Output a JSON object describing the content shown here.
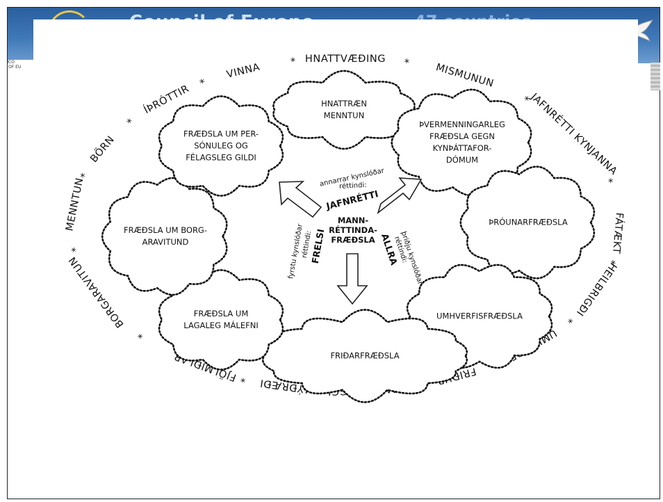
{
  "banner": {
    "title": "Council of Europe",
    "subtitle": "47 countries",
    "logo_caption": "CO\nOF EU"
  },
  "ring": [
    {
      "text": "HNATTVÆÐING",
      "angle": -90
    },
    {
      "text": "MISMUNUN",
      "angle": -64
    },
    {
      "text": "JAFNRÉTTI KYNJANNA",
      "angle": -33
    },
    {
      "text": "FÁTÆKT",
      "angle": 3
    },
    {
      "text": "HEILBRIGÐI",
      "angle": 23
    },
    {
      "text": "UMHVERFI",
      "angle": 47
    },
    {
      "text": "FRIÐUR",
      "angle": 66
    },
    {
      "text": "MANNÖRYGGI",
      "angle": 86
    },
    {
      "text": "LÝÐRÆÐI",
      "angle": 103
    },
    {
      "text": "FJÖLMIÐLAR",
      "angle": 121
    },
    {
      "text": "BORGARAVITUN",
      "angle": 156
    },
    {
      "text": "MENNTUN",
      "angle": 187
    },
    {
      "text": "BÖRN",
      "angle": 207
    },
    {
      "text": "ÍÞRÓTTIR",
      "angle": 229
    },
    {
      "text": "VINNA",
      "angle": 248
    }
  ],
  "ring_separator": "*",
  "clouds": [
    {
      "name": "cloud-hnattraen-menntun",
      "lines": [
        "HNATTRÆN",
        "MENNTUN"
      ]
    },
    {
      "name": "cloud-thvermenningarleg",
      "lines": [
        "ÞVERMENNINGARLEG",
        "FRÆÐSLA GEGN",
        "KYNÞÁTTAFOR-",
        "DÓMUM"
      ]
    },
    {
      "name": "cloud-throunarfraedsla",
      "lines": [
        "ÞRÓUNARFRÆÐSLA"
      ]
    },
    {
      "name": "cloud-umhverfisfraedsla",
      "lines": [
        "UMHVERFISFRÆÐSLA"
      ]
    },
    {
      "name": "cloud-fridarfraedsla",
      "lines": [
        "FRIÐARFRÆÐSLA"
      ]
    },
    {
      "name": "cloud-lagaleg-malefni",
      "lines": [
        "FRÆÐSLA UM",
        "LAGALEG MÁLEFNI"
      ]
    },
    {
      "name": "cloud-borgaravitund",
      "lines": [
        "FRÆÐSLA UM BORG-",
        "ARAVITUND"
      ]
    },
    {
      "name": "cloud-personuleg-gildi",
      "lines": [
        "FRÆÐSLA UM PER-",
        "SÓNULEG OG",
        "FÉLAGSLEG GILDI"
      ]
    }
  ],
  "center": {
    "lines": [
      "MANN-",
      "RÉTTINDA-",
      "FRÆÐSLA"
    ],
    "jafnretti": "JAFNRÉTTI",
    "jafnretti_sub": [
      "annarrar kynslóðar",
      "réttindi:"
    ],
    "frelsi": "FRELSI",
    "frelsi_sub": [
      "fyrstu kynslóðar",
      "réttindi:"
    ],
    "allra": "ALLRA",
    "allra_sub": [
      "þriðju kynslóðar",
      "réttindi:"
    ]
  }
}
